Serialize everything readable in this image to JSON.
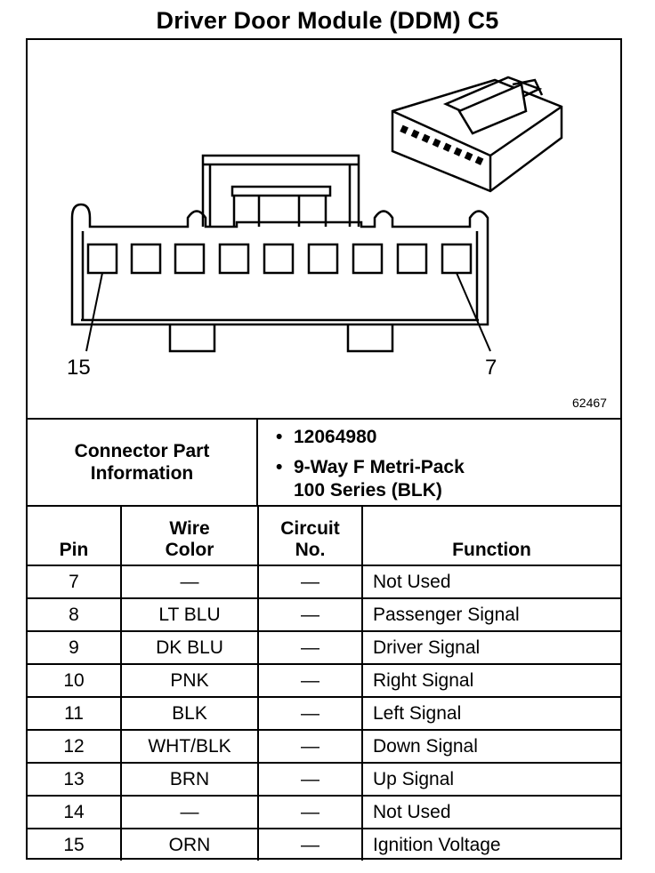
{
  "title": "Driver Door Module (DDM) C5",
  "diagram": {
    "pin_left_label": "15",
    "pin_right_label": "7",
    "figure_number": "62467"
  },
  "connector_info": {
    "label_line1": "Connector Part",
    "label_line2": "Information",
    "part_number": "12064980",
    "description_line1": "9-Way F Metri-Pack",
    "description_line2": "100 Series (BLK)"
  },
  "table": {
    "headers": {
      "pin": "Pin",
      "wire_color_1": "Wire",
      "wire_color_2": "Color",
      "circuit_1": "Circuit",
      "circuit_2": "No.",
      "function": "Function"
    },
    "rows": [
      {
        "pin": "7",
        "wire": "—",
        "circuit": "—",
        "function": "Not Used"
      },
      {
        "pin": "8",
        "wire": "LT BLU",
        "circuit": "—",
        "function": "Passenger Signal"
      },
      {
        "pin": "9",
        "wire": "DK BLU",
        "circuit": "—",
        "function": "Driver Signal"
      },
      {
        "pin": "10",
        "wire": "PNK",
        "circuit": "—",
        "function": "Right Signal"
      },
      {
        "pin": "11",
        "wire": "BLK",
        "circuit": "—",
        "function": "Left Signal"
      },
      {
        "pin": "12",
        "wire": "WHT/BLK",
        "circuit": "—",
        "function": "Down Signal"
      },
      {
        "pin": "13",
        "wire": "BRN",
        "circuit": "—",
        "function": "Up Signal"
      },
      {
        "pin": "14",
        "wire": "—",
        "circuit": "—",
        "function": "Not Used"
      },
      {
        "pin": "15",
        "wire": "ORN",
        "circuit": "—",
        "function": "Ignition Voltage"
      }
    ]
  }
}
